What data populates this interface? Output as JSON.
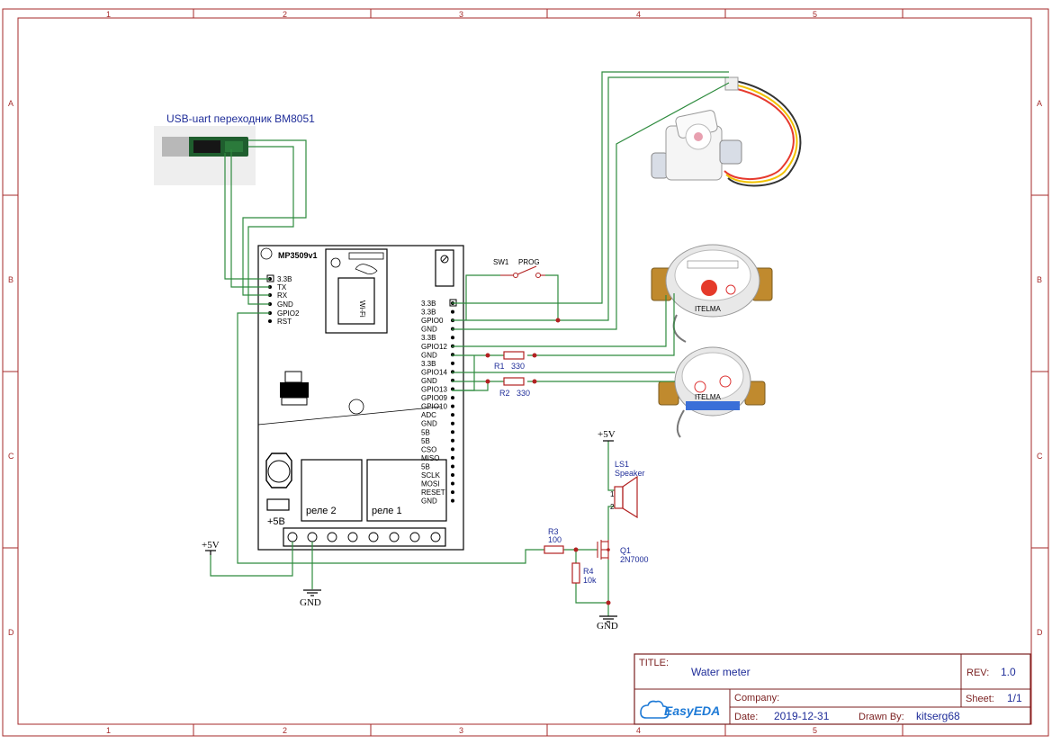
{
  "frame": {
    "col_labels": [
      "1",
      "2",
      "3",
      "4",
      "5"
    ],
    "row_labels": [
      "A",
      "B",
      "C",
      "D"
    ]
  },
  "usb_module": {
    "label": "USB-uart переходник BM8051"
  },
  "board": {
    "name": "MP3509v1",
    "wifi": "Wi-Fi",
    "left_pins": [
      "3.3B",
      "TX",
      "RX",
      "GND",
      "GPIO2",
      "RST"
    ],
    "right_pins": [
      "3.3B",
      "3.3B",
      "GPIO0",
      "GND",
      "3.3B",
      "GPIO12",
      "GND",
      "3.3B",
      "GPIO14",
      "GND",
      "GPIO13",
      "GPIO09",
      "GPIO10",
      "ADC",
      "GND",
      "5B",
      "5B",
      "CSO",
      "MISO",
      "5B",
      "SCLK",
      "MOSI",
      "RESET",
      "GND"
    ],
    "relay1": "реле 1",
    "relay2": "реле 2",
    "plus5": "+5B"
  },
  "switch": {
    "ref": "SW1",
    "name": "PROG"
  },
  "r1": {
    "ref": "R1",
    "value": "330"
  },
  "r2": {
    "ref": "R2",
    "value": "330"
  },
  "r3": {
    "ref": "R3",
    "value": "100"
  },
  "r4": {
    "ref": "R4",
    "value": "10k"
  },
  "speaker": {
    "ref": "LS1",
    "name": "Speaker",
    "pin1": "1",
    "pin2": "2"
  },
  "q1": {
    "ref": "Q1",
    "name": "2N7000"
  },
  "power": {
    "p5_left": "+5V",
    "p5_right": "+5V",
    "gnd_left": "GND",
    "gnd_right": "GND"
  },
  "meter_brand": "ITELMA",
  "title_block": {
    "title_label": "TITLE:",
    "title": "Water meter",
    "rev_label": "REV:",
    "rev": "1.0",
    "company_label": "Company:",
    "sheet_label": "Sheet:",
    "sheet": "1/1",
    "date_label": "Date:",
    "date": "2019-12-31",
    "drawn_label": "Drawn By:",
    "drawn_by": "kitserg68",
    "logo_text": "EasyEDA"
  },
  "colors": {
    "wire": "#2e8b3e",
    "frame": "#a52a2a",
    "label_blue": "#1f2d99",
    "junction": "#b22222"
  }
}
